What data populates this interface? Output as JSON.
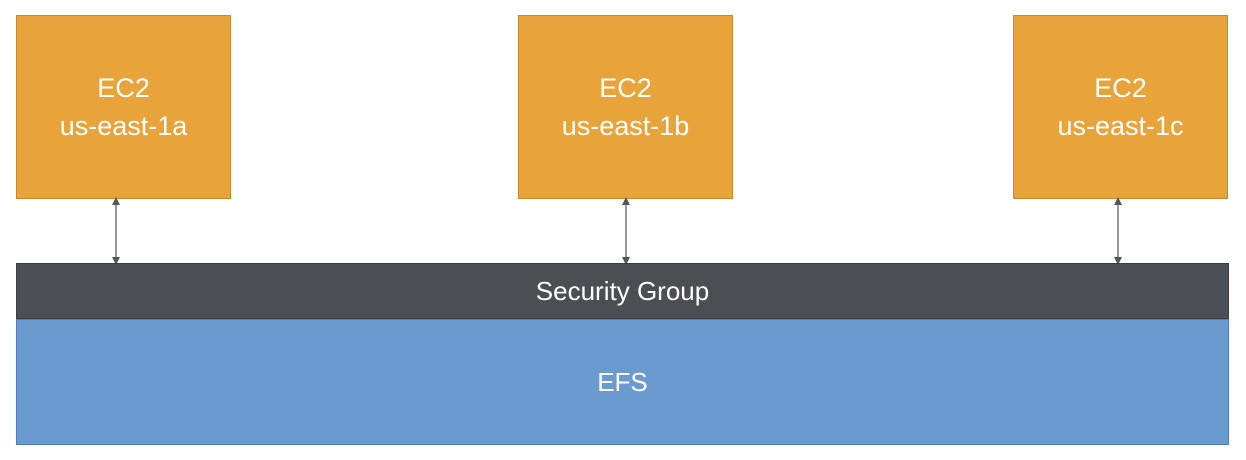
{
  "instances": [
    {
      "type": "EC2",
      "zone": "us-east-1a"
    },
    {
      "type": "EC2",
      "zone": "us-east-1b"
    },
    {
      "type": "EC2",
      "zone": "us-east-1c"
    }
  ],
  "security_group": {
    "label": "Security Group"
  },
  "storage": {
    "label": "EFS"
  },
  "colors": {
    "ec2": "#e8a33a",
    "security_group": "#4b4f53",
    "efs": "#6b9ad1",
    "connector": "#555555"
  }
}
